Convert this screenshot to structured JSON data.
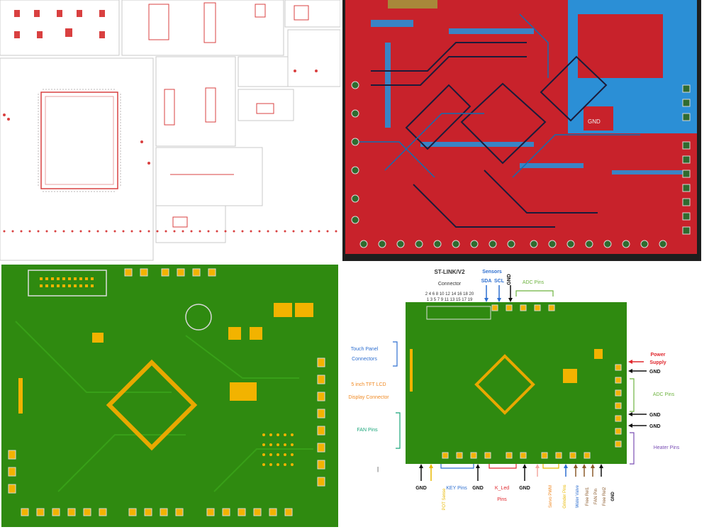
{
  "annotated": {
    "top": {
      "stlink_title": "ST-LINK/V2",
      "stlink_sub": "Connector",
      "stlink_pins_even": "2 4 6 8 10 12 14 16 18 20",
      "stlink_pins_odd": "1 3 5 7 9 11 13 15 17 19",
      "sensors_title": "Sensors",
      "sda": "SDA",
      "scl": "SCL",
      "gnd": "GND",
      "adc": "ADC Pins"
    },
    "left": {
      "touch_panel": [
        "Touch Panel",
        "Connectors"
      ],
      "lcd": [
        "5 inch TFT LCD",
        "Display Connector"
      ],
      "fan": "FAN Pins"
    },
    "right": {
      "power": [
        "Power",
        "Supply"
      ],
      "gnd1": "GND",
      "adc": "ADC Pins",
      "gnd2": "GND",
      "gnd3": "GND",
      "heater": "Heater Pins"
    },
    "bottom": {
      "gnd_a": "GND",
      "pot": "POT Sense",
      "key": "KEY Pins",
      "gnd_b": "GND",
      "kled": [
        "K_Led",
        "Pins"
      ],
      "gnd_c": "GND",
      "servo": "Servo PWM",
      "grinder": "Grinder Pins",
      "water": "Water Valve",
      "free1": "Free Rel1",
      "fanpin": "FAN Pin",
      "free2": "Free Rel2",
      "gnd_d": "GND"
    }
  },
  "colors": {
    "schematic_red": "#d94040",
    "copper_red": "#c8222b",
    "copper_blue": "#2b8fd6",
    "mask_green": "#2f8a10",
    "pad_gold": "#f2b300",
    "label_blue": "#2e6fd0",
    "label_green": "#6db33f",
    "label_orange": "#f08a24",
    "label_teal": "#1aa57a",
    "label_red": "#e0282e",
    "label_purple": "#7b4fb5",
    "label_yellow": "#e8b800",
    "label_brown": "#8b5a2b"
  }
}
